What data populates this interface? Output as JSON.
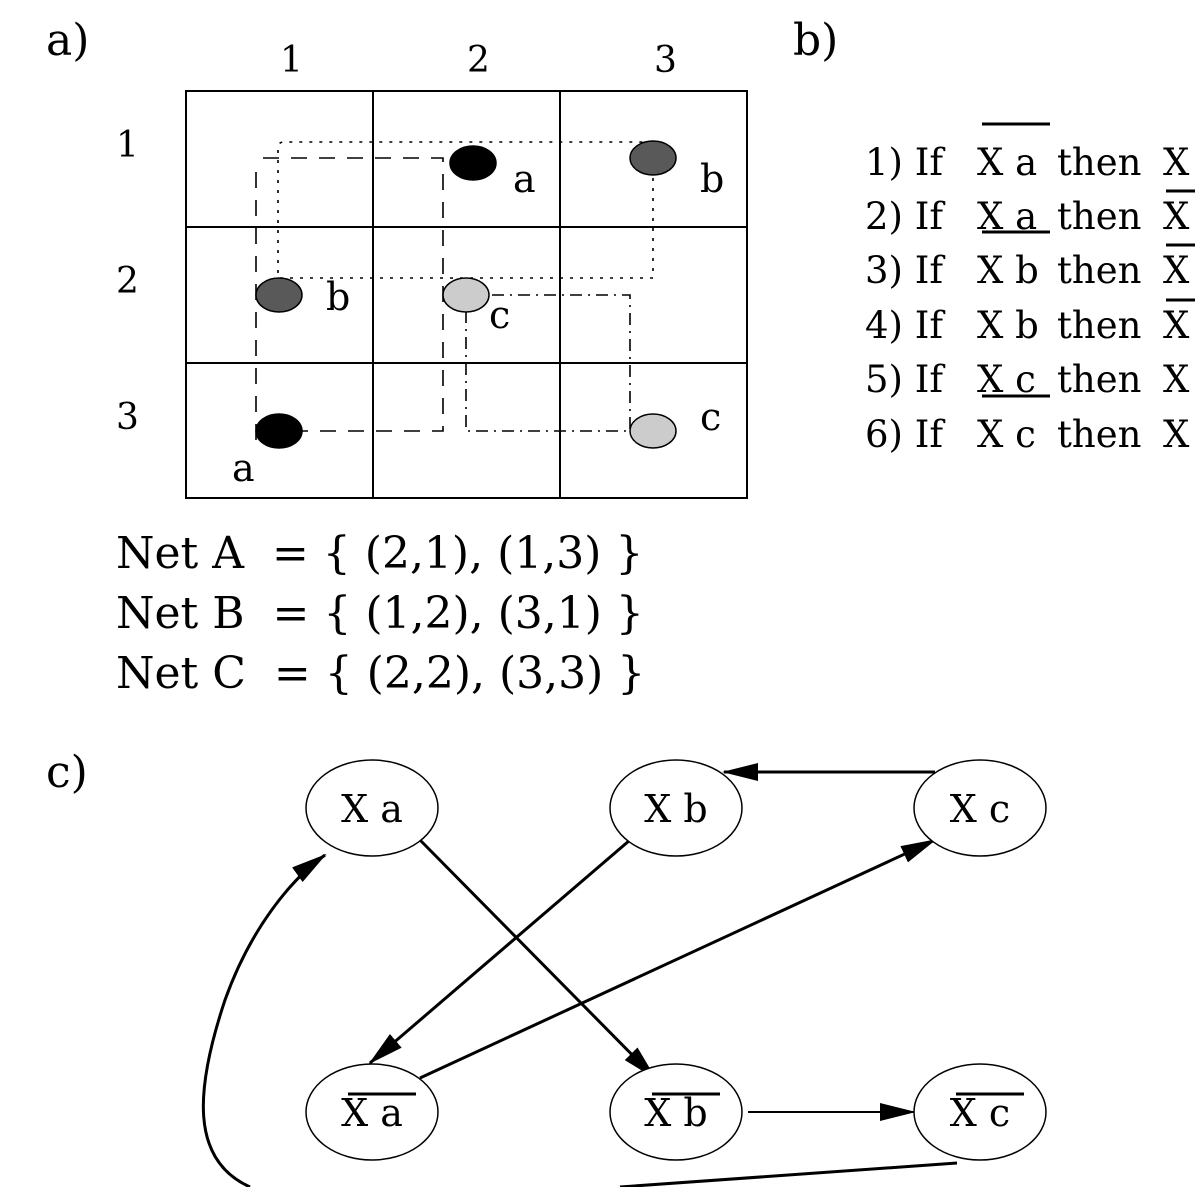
{
  "panels": {
    "a": "a)",
    "b": "b)",
    "c": "c)"
  },
  "grid": {
    "column_labels": [
      "1",
      "2",
      "3"
    ],
    "row_labels": [
      "1",
      "2",
      "3"
    ],
    "pins": [
      {
        "label": "a",
        "net": "A",
        "row": 1,
        "col": 2
      },
      {
        "label": "a",
        "net": "A",
        "row": 3,
        "col": 1
      },
      {
        "label": "b",
        "net": "B",
        "row": 1,
        "col": 3
      },
      {
        "label": "b",
        "net": "B",
        "row": 2,
        "col": 1
      },
      {
        "label": "c",
        "net": "C",
        "row": 2,
        "col": 2
      },
      {
        "label": "c",
        "net": "C",
        "row": 3,
        "col": 3
      }
    ],
    "colors": {
      "A": "#000000",
      "B": "#595959",
      "C": "#cccccc"
    }
  },
  "nets": [
    {
      "text": "Net A  = { (2,1), (1,3) }"
    },
    {
      "text": "Net B  = { (1,2), (3,1) }"
    },
    {
      "text": "Net C  = { (2,2), (3,3) }"
    }
  ],
  "rules": [
    {
      "prefix": "1) If",
      "antecedent": "X a",
      "antecedent_negated": true,
      "then": "then",
      "consequent": "X",
      "consequent_negated": false
    },
    {
      "prefix": "2) If",
      "antecedent": "X a",
      "antecedent_negated": false,
      "then": "then",
      "consequent": "X",
      "consequent_negated": true
    },
    {
      "prefix": "3) If",
      "antecedent": "X b",
      "antecedent_negated": true,
      "then": "then",
      "consequent": "X",
      "consequent_negated": true
    },
    {
      "prefix": "4) If",
      "antecedent": "X b",
      "antecedent_negated": false,
      "then": "then",
      "consequent": "X",
      "consequent_negated": true
    },
    {
      "prefix": "5) If",
      "antecedent": "X c",
      "antecedent_negated": false,
      "then": "then",
      "consequent": "X",
      "consequent_negated": false
    },
    {
      "prefix": "6) If",
      "antecedent": "X c",
      "antecedent_negated": true,
      "then": "then",
      "consequent": "X",
      "consequent_negated": false
    }
  ],
  "graph": {
    "nodes": [
      {
        "id": "Xa",
        "label": "X a",
        "negated": false
      },
      {
        "id": "Xb",
        "label": "X b",
        "negated": false
      },
      {
        "id": "Xc",
        "label": "X c",
        "negated": false
      },
      {
        "id": "nXa",
        "label": "X a",
        "negated": true
      },
      {
        "id": "nXb",
        "label": "X b",
        "negated": true
      },
      {
        "id": "nXc",
        "label": "X c",
        "negated": true
      }
    ],
    "edges": [
      {
        "from": "Xc",
        "to": "Xb"
      },
      {
        "from": "Xb",
        "to": "nXa"
      },
      {
        "from": "nXa",
        "to": "Xc"
      },
      {
        "from": "Xa",
        "to": "nXb"
      },
      {
        "from": "nXb",
        "to": "nXc"
      },
      {
        "from": "nXc",
        "to": "Xa"
      }
    ]
  }
}
